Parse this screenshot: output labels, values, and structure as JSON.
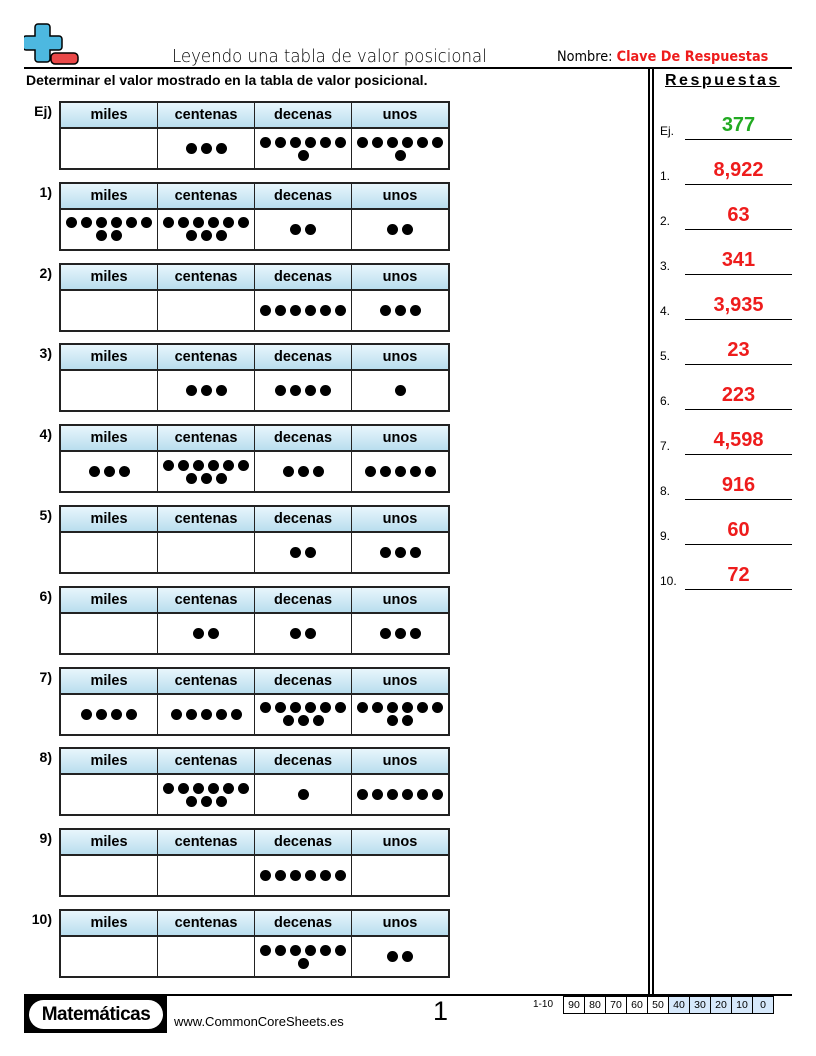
{
  "header": {
    "logo_icon": "plus-minus-icon",
    "title": "Leyendo una tabla de valor posicional",
    "name_label": "Nombre:",
    "name_value": "Clave De Respuestas",
    "instructions": "Determinar el valor mostrado en la tabla de valor posicional."
  },
  "columns": [
    "miles",
    "centenas",
    "decenas",
    "unos"
  ],
  "problems": [
    {
      "label": "Ej)",
      "widths": [
        62,
        88,
        109,
        109
      ],
      "dots": [
        0,
        3,
        7,
        7
      ]
    },
    {
      "label": "1)",
      "widths": [
        109,
        110,
        82,
        57
      ],
      "dots": [
        8,
        9,
        2,
        2
      ]
    },
    {
      "label": "2)",
      "widths": [
        62,
        88,
        109,
        73
      ],
      "dots": [
        0,
        0,
        6,
        3
      ]
    },
    {
      "label": "3)",
      "widths": [
        62,
        88,
        91,
        58
      ],
      "dots": [
        0,
        3,
        4,
        1
      ]
    },
    {
      "label": "4)",
      "widths": [
        73,
        109,
        82,
        109
      ],
      "dots": [
        3,
        9,
        3,
        5
      ]
    },
    {
      "label": "5)",
      "widths": [
        62,
        88,
        82,
        73
      ],
      "dots": [
        0,
        0,
        2,
        3
      ]
    },
    {
      "label": "6)",
      "widths": [
        62,
        88,
        82,
        73
      ],
      "dots": [
        0,
        2,
        2,
        3
      ]
    },
    {
      "label": "7)",
      "widths": [
        91,
        109,
        109,
        109
      ],
      "dots": [
        4,
        5,
        9,
        8
      ]
    },
    {
      "label": "8)",
      "widths": [
        62,
        109,
        82,
        109
      ],
      "dots": [
        0,
        9,
        1,
        6
      ]
    },
    {
      "label": "9)",
      "widths": [
        62,
        88,
        109,
        57
      ],
      "dots": [
        0,
        0,
        6,
        0
      ]
    },
    {
      "label": "10)",
      "widths": [
        62,
        88,
        109,
        57
      ],
      "dots": [
        0,
        0,
        7,
        2
      ]
    }
  ],
  "answers": {
    "title": "Respuestas",
    "items": [
      {
        "label": "Ej.",
        "value": "377"
      },
      {
        "label": "1.",
        "value": "8,922"
      },
      {
        "label": "2.",
        "value": "63"
      },
      {
        "label": "3.",
        "value": "341"
      },
      {
        "label": "4.",
        "value": "3,935"
      },
      {
        "label": "5.",
        "value": "23"
      },
      {
        "label": "6.",
        "value": "223"
      },
      {
        "label": "7.",
        "value": "4,598"
      },
      {
        "label": "8.",
        "value": "916"
      },
      {
        "label": "9.",
        "value": "60"
      },
      {
        "label": "10.",
        "value": "72"
      }
    ]
  },
  "footer": {
    "brand": "Matemáticas",
    "url": "www.CommonCoreSheets.es",
    "page_number": "1",
    "score_range": "1-10",
    "scores": [
      "90",
      "80",
      "70",
      "60",
      "50",
      "40",
      "30",
      "20",
      "10",
      "0"
    ],
    "highlight_from_index": 5
  }
}
